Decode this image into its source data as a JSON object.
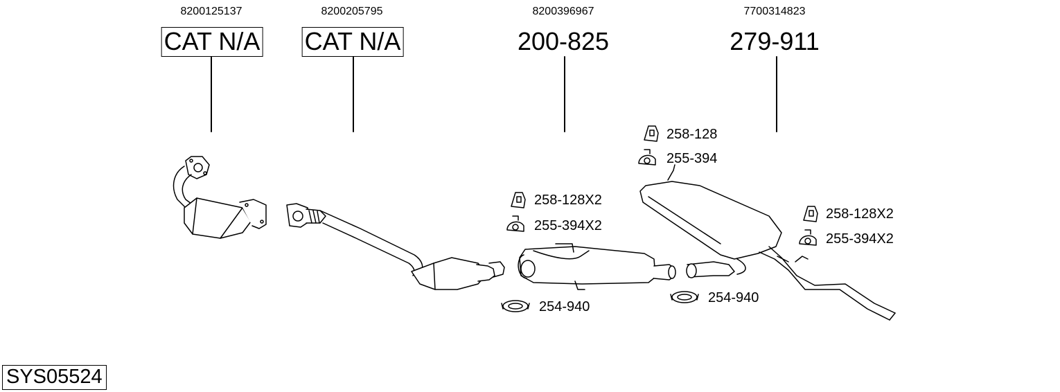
{
  "parts": [
    {
      "oe_number": "8200125137",
      "part_number": "CAT N/A",
      "boxed": true
    },
    {
      "oe_number": "8200205795",
      "part_number": "CAT N/A",
      "boxed": true
    },
    {
      "oe_number": "8200396967",
      "part_number": "200-825",
      "boxed": false
    },
    {
      "oe_number": "7700314823",
      "part_number": "279-911",
      "boxed": false
    }
  ],
  "fittings": {
    "rear_mount_bracket": "258-128",
    "rear_mount_rubber": "255-394",
    "mid_mount_bracket": "258-128X2",
    "mid_mount_rubber": "255-394X2",
    "tail_mount_bracket": "258-128X2",
    "tail_mount_rubber": "255-394X2",
    "clamp_front": "254-940",
    "clamp_rear": "254-940"
  },
  "system_code": "SYS05524"
}
